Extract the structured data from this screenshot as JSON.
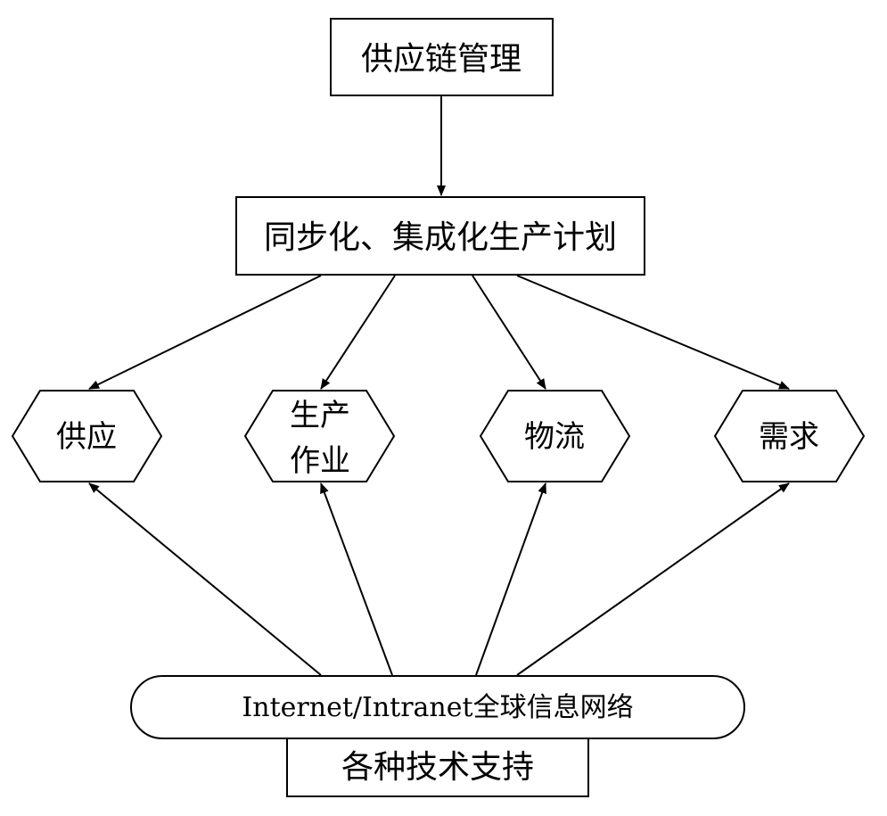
{
  "diagram": {
    "top": "供应链管理",
    "plan": "同步化、集成化生产计划",
    "nodes": {
      "supply": "供应",
      "production_line1": "生产",
      "production_line2": "作业",
      "logistics": "物流",
      "demand": "需求"
    },
    "network": "Internet/Intranet全球信息网络",
    "support": "各种技术支持"
  }
}
